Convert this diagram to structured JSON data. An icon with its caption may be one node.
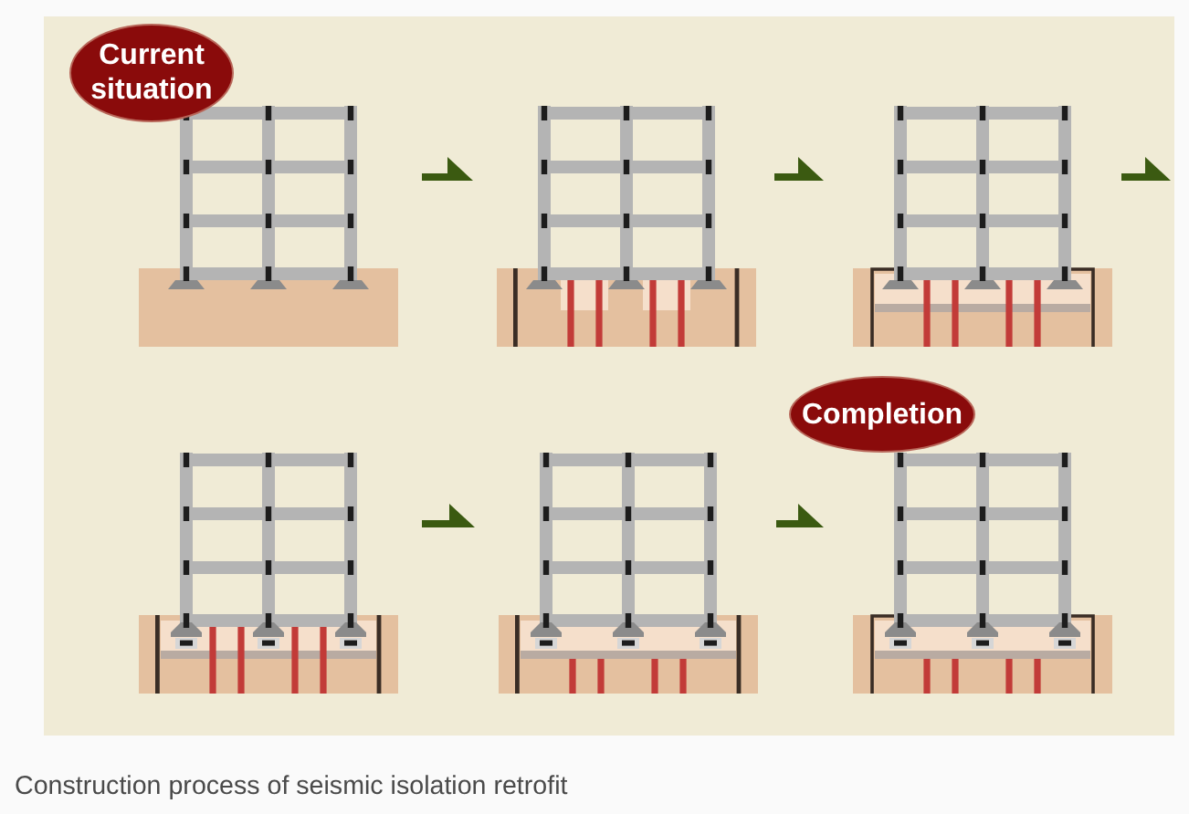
{
  "diagram": {
    "caption": "Construction process of seismic isolation retrofit",
    "nodes": [
      {
        "text": [
          "Current situation"
        ]
      },
      {
        "text": [],
        "shape": "picture"
      },
      {
        "text": [],
        "shape": "picture"
      },
      {
        "text": [],
        "shape": "picture"
      },
      {
        "text": [],
        "shape": "picture"
      },
      {
        "text": [],
        "shape": "picture"
      },
      {
        "text": [
          "Completion"
        ]
      },
      {
        "text": [],
        "shape": "picture"
      }
    ],
    "edges": [
      {
        "from": 1,
        "to": 2,
        "arrow": "to"
      },
      {
        "from": 2,
        "to": 3,
        "arrow": "to"
      },
      {
        "from": 3,
        "to": null,
        "arrow": "to"
      },
      {
        "from": 4,
        "to": 5,
        "arrow": "to"
      },
      {
        "from": 5,
        "to": 7,
        "arrow": "to"
      }
    ]
  }
}
